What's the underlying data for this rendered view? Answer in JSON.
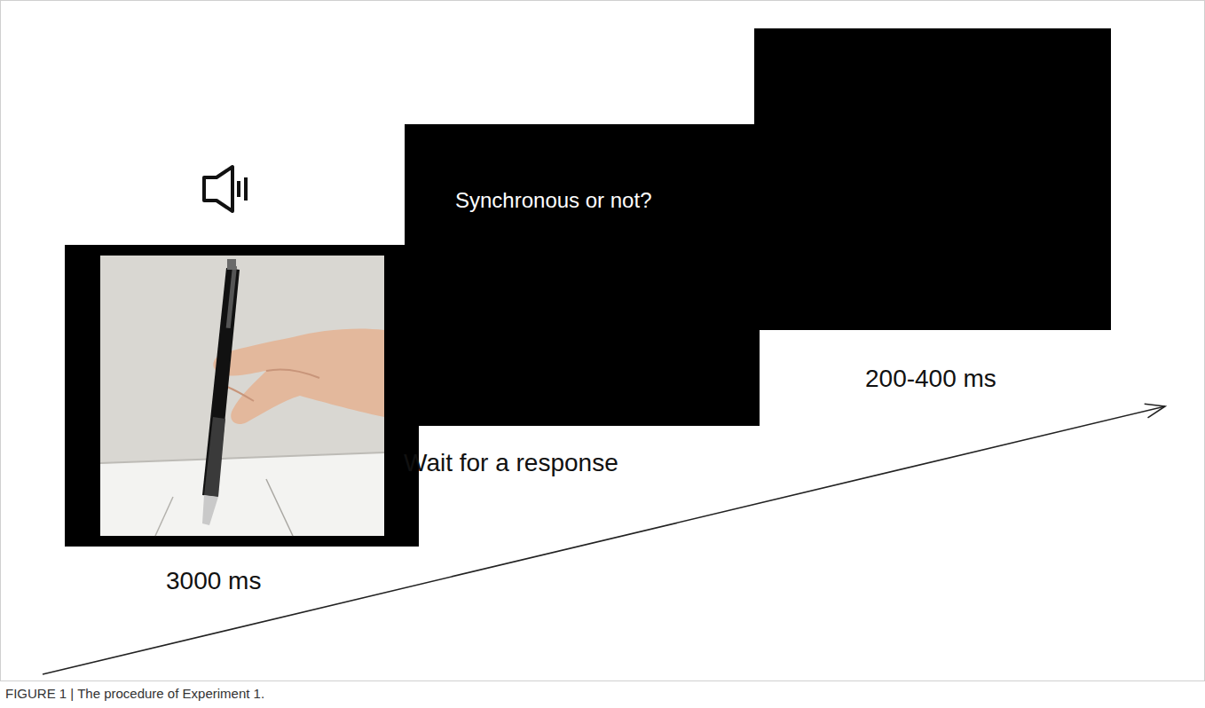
{
  "diagram": {
    "caption": "FIGURE 1 | The procedure of Experiment 1.",
    "nodes": [
      {
        "text": [
          "3000 ms"
        ]
      },
      {
        "text": [
          "Synchronous or not?",
          "Wait for a response"
        ]
      },
      {
        "text": [
          "200-400 ms"
        ]
      }
    ]
  }
}
